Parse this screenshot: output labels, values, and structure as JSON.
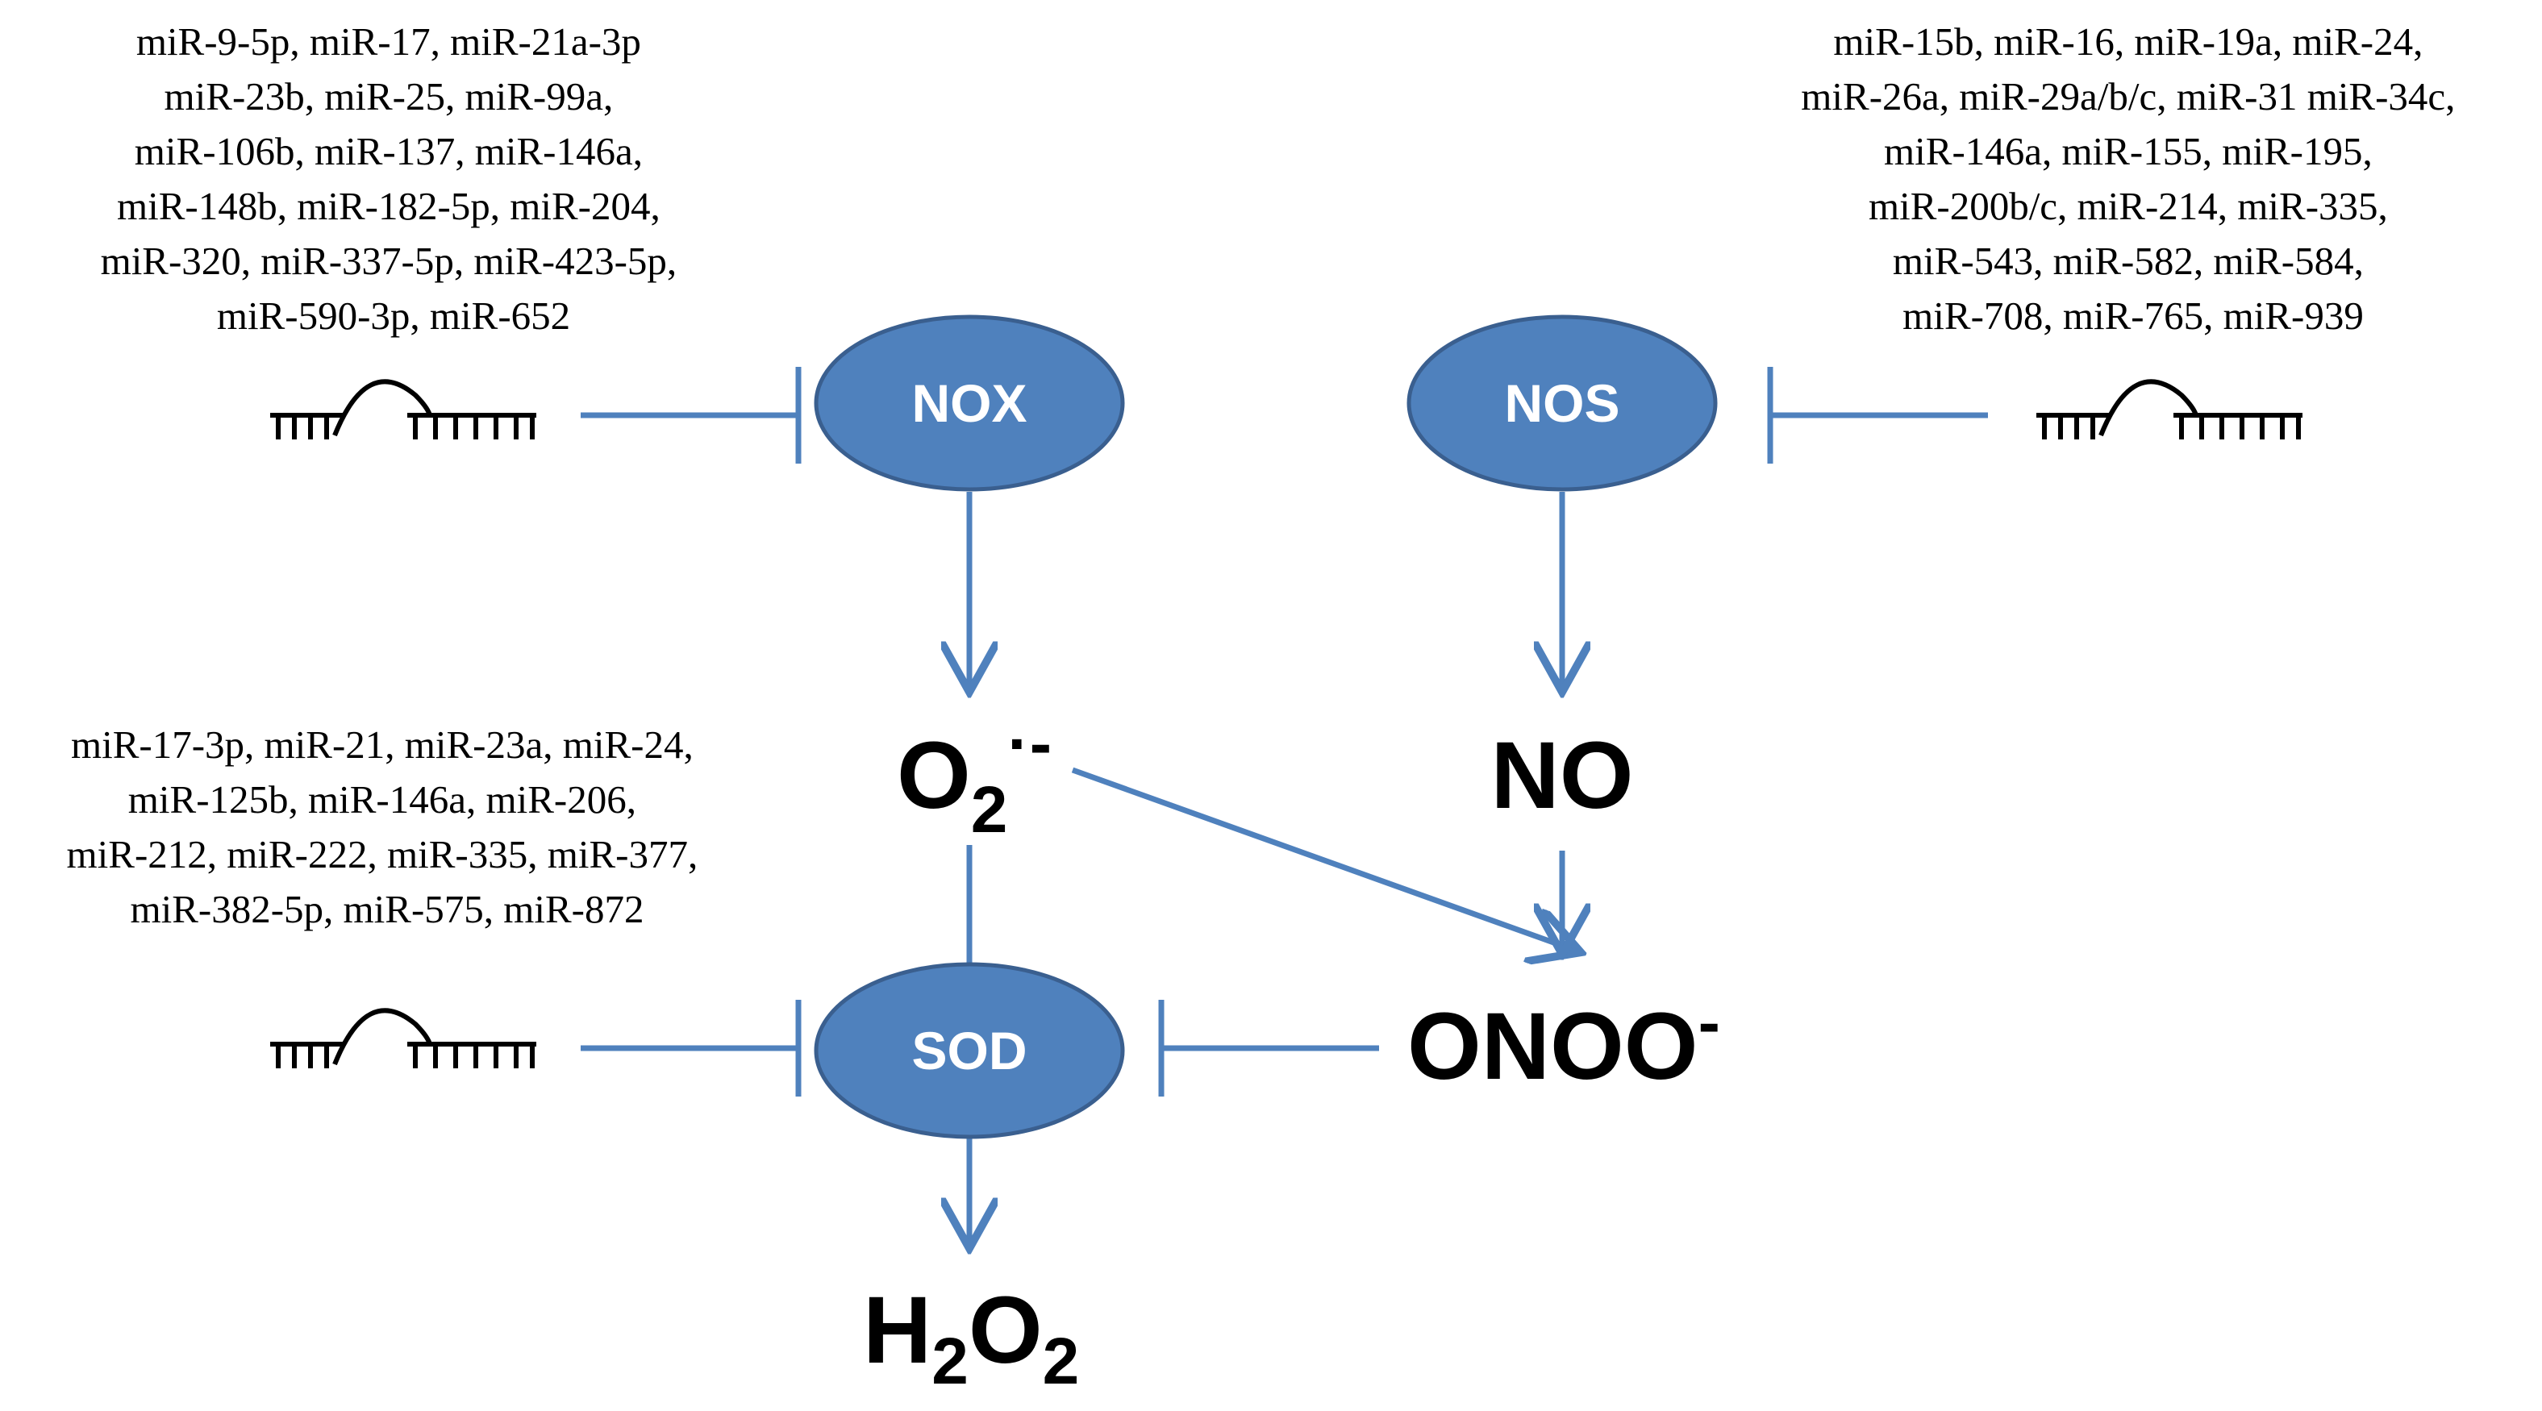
{
  "enzymes": {
    "nox": "NOX",
    "nos": "NOS",
    "sod": "SOD"
  },
  "species": {
    "superoxide": {
      "base": "O",
      "sub": "2",
      "sup": "·-"
    },
    "nitric_oxide": {
      "base": "NO"
    },
    "peroxynitrite": {
      "base": "ONOO",
      "sup": "-"
    },
    "hydrogen_peroxide": {
      "base1": "H",
      "sub1": "2",
      "base2": "O",
      "sub2": "2"
    }
  },
  "mirna_lists": {
    "nox_inhibitors": [
      "miR-9-5p, miR-17, miR-21a-3p",
      "miR-23b, miR-25, miR-99a,",
      "miR-106b, miR-137, miR-146a,",
      "miR-148b, miR-182-5p, miR-204,",
      "miR-320, miR-337-5p, miR-423-5p,",
      "miR-590-3p, miR-652"
    ],
    "nos_inhibitors": [
      "miR-15b, miR-16, miR-19a, miR-24,",
      "miR-26a, miR-29a/b/c, miR-31 miR-34c,",
      "miR-146a, miR-155, miR-195,",
      "miR-200b/c, miR-214, miR-335,",
      "miR-543, miR-582, miR-584,",
      "miR-708,  miR-765, miR-939"
    ],
    "sod_inhibitors": [
      "miR-17-3p, miR-21, miR-23a, miR-24,",
      "miR-125b, miR-146a, miR-206,",
      "miR-212,  miR-222, miR-335, miR-377,",
      "miR-382-5p, miR-575, miR-872"
    ]
  },
  "icons": {
    "mirna": "microrna-hairpin-icon",
    "arrow": "arrow-head",
    "inhibit": "t-bar-inhibition"
  },
  "colors": {
    "enzyme_fill": "#4f81bd",
    "connector": "#4f81bd",
    "text": "#000000"
  }
}
